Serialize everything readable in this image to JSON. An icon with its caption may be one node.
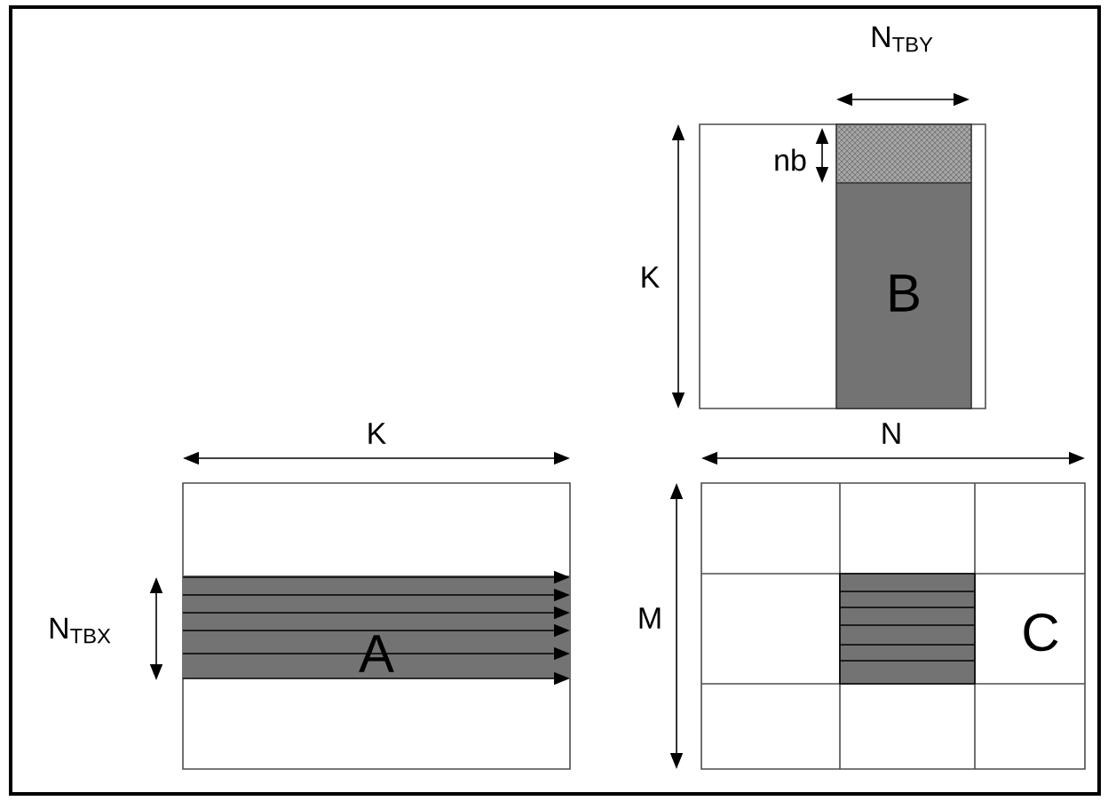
{
  "diagram": {
    "nodes": [
      {
        "text": [],
        "shape": "box"
      },
      {
        "text": [
          "B"
        ],
        "in": 0
      },
      {
        "text": [],
        "shape": "box"
      },
      {
        "text": [
          "A"
        ],
        "in": 2
      },
      {
        "text": [
          "C"
        ]
      },
      {
        "text": [],
        "shape": "box",
        "in": 4
      }
    ],
    "labels": [
      "N$_{TBY}$",
      "nb",
      "K",
      "K",
      "N$_{TBX}$",
      "N",
      "M"
    ]
  }
}
